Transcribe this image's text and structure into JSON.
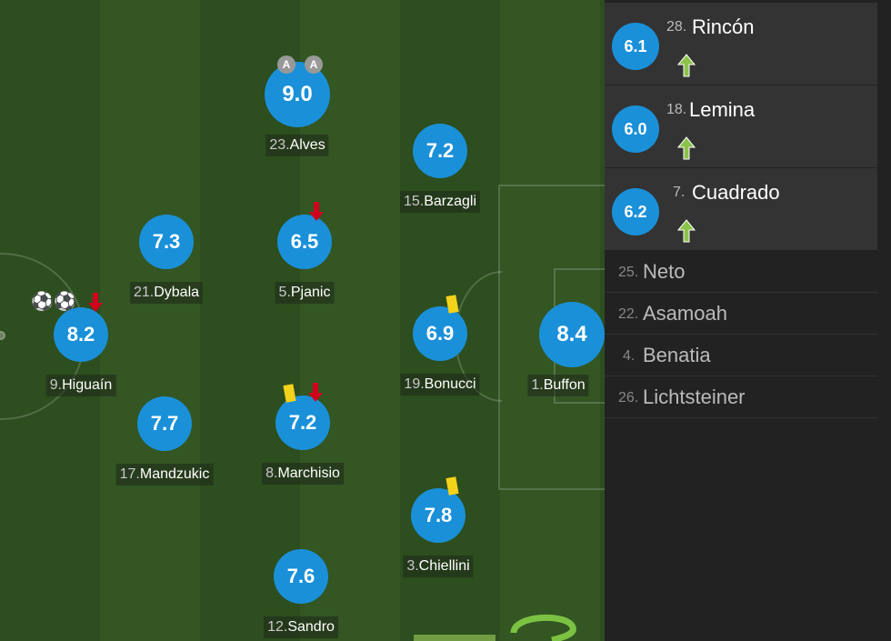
{
  "lineup": [
    {
      "id": "higuain",
      "number": "9.",
      "name": "Higuaín",
      "rating": "8.2"
    },
    {
      "id": "dybala",
      "number": "21.",
      "name": "Dybala",
      "rating": "7.3"
    },
    {
      "id": "mandzukic",
      "number": "17.",
      "name": "Mandzukic",
      "rating": "7.7"
    },
    {
      "id": "alves",
      "number": "23.",
      "name": "Alves",
      "rating": "9.0"
    },
    {
      "id": "pjanic",
      "number": "5.",
      "name": "Pjanic",
      "rating": "6.5"
    },
    {
      "id": "marchisio",
      "number": "8.",
      "name": "Marchisio",
      "rating": "7.2"
    },
    {
      "id": "sandro",
      "number": "12.",
      "name": "Sandro",
      "rating": "7.6"
    },
    {
      "id": "barzagli",
      "number": "15.",
      "name": "Barzagli",
      "rating": "7.2"
    },
    {
      "id": "bonucci",
      "number": "19.",
      "name": "Bonucci",
      "rating": "6.9"
    },
    {
      "id": "chiellini",
      "number": "3.",
      "name": "Chiellini",
      "rating": "7.8"
    },
    {
      "id": "buffon",
      "number": "1.",
      "name": "Buffon",
      "rating": "8.4"
    }
  ],
  "substitutes": [
    {
      "number": "28.",
      "name": "Rincón",
      "rating": "6.1"
    },
    {
      "number": "18.",
      "name": "Lemina",
      "rating": "6.0"
    },
    {
      "number": "7.",
      "name": "Cuadrado",
      "rating": "6.2"
    }
  ],
  "reserves": [
    {
      "number": "25.",
      "name": "Neto"
    },
    {
      "number": "22.",
      "name": "Asamoah"
    },
    {
      "number": "4.",
      "name": "Benatia"
    },
    {
      "number": "26.",
      "name": "Lichtsteiner"
    }
  ],
  "badges": {
    "assist": "A"
  },
  "colors": {
    "rating": "#1a90d9",
    "yellow_card": "#f3d21a",
    "sub_off": "#d0021b",
    "sub_on": "#8bc34a"
  }
}
